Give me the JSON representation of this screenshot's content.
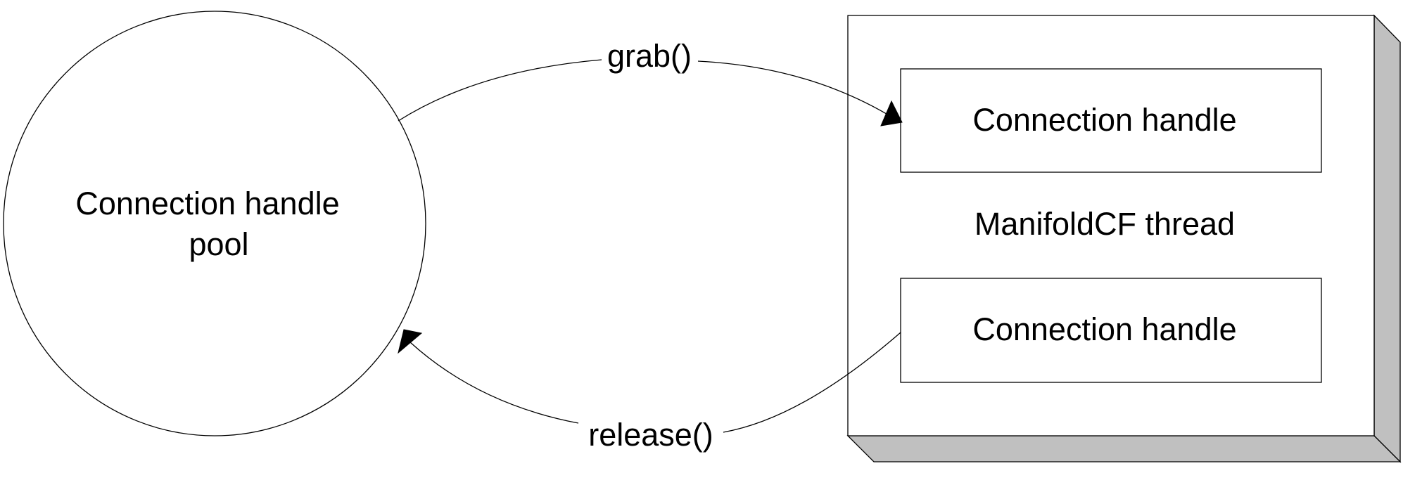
{
  "pool": {
    "label_line1": "Connection handle",
    "label_line2": "pool"
  },
  "thread": {
    "label": "ManifoldCF thread",
    "handle_top_label": "Connection handle",
    "handle_bottom_label": "Connection handle"
  },
  "arrows": {
    "grab_label": "grab()",
    "release_label": "release()"
  },
  "colors": {
    "stroke": "#000000",
    "box_fill": "#ffffff",
    "box_side_shade": "#c0c0c0",
    "background": "#ffffff"
  }
}
